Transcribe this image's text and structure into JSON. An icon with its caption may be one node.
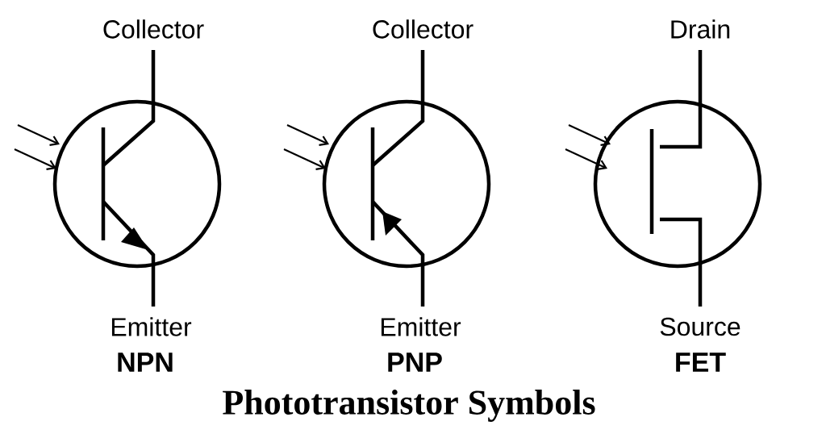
{
  "diagram": {
    "title": "Phototransistor Symbols",
    "labels": [
      "Collector",
      "Emitter",
      "NPN",
      "Collector",
      "Emitter",
      "PNP",
      "Drain",
      "Source",
      "FET"
    ]
  }
}
